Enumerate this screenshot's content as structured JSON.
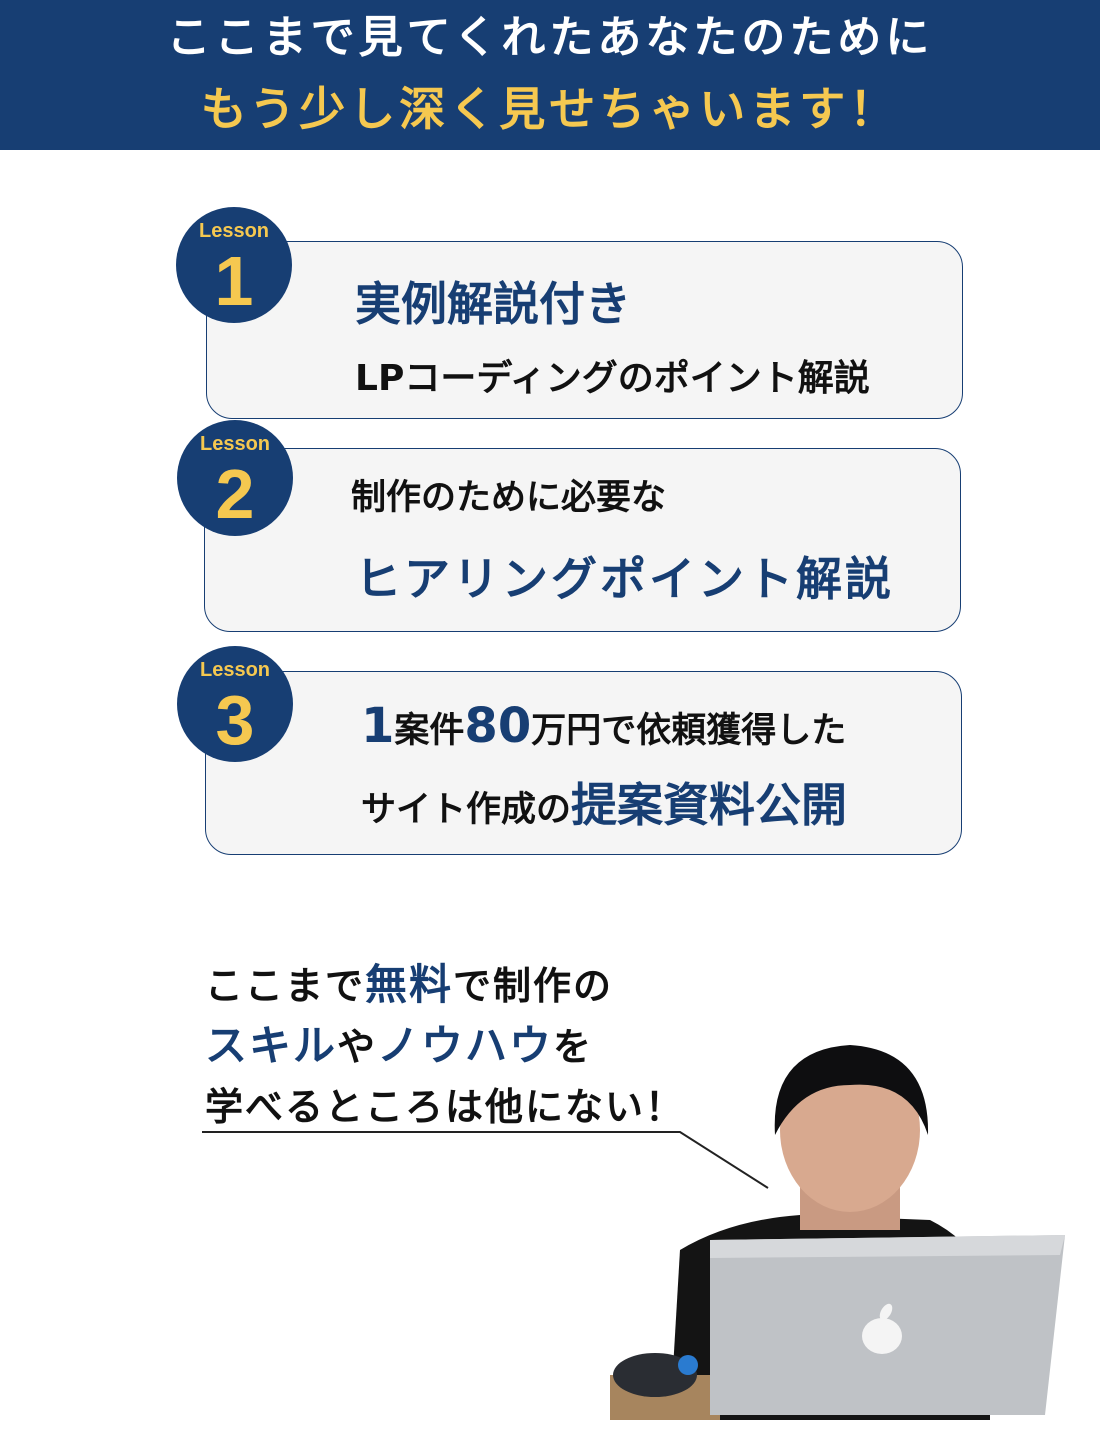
{
  "header": {
    "line1": "ここまで見てくれたあなたのために",
    "line2": "もう少し深く見せちゃいます！"
  },
  "lessons": [
    {
      "badge_word": "Lesson",
      "number": "1",
      "title": "実例解説付き",
      "subtitle": "LPコーディングのポイント解説"
    },
    {
      "badge_word": "Lesson",
      "number": "2",
      "lead": "制作のために必要な",
      "title": "ヒアリングポイント解説"
    },
    {
      "badge_word": "Lesson",
      "number": "3",
      "line1_a": "1",
      "line1_b": "案件",
      "line1_c": "80",
      "line1_d": "万円で依頼獲得した",
      "line2_a": "サイト作成の",
      "line2_b": "提案資料公開"
    }
  ],
  "speech": {
    "l1a": "ここまで",
    "l1b": "無料",
    "l1c": "で制作の",
    "l2a": "スキル",
    "l2b": "や",
    "l2c": "ノウハウ",
    "l2d": "を",
    "l3": "学べるところは他にない！"
  },
  "colors": {
    "navy": "#173e73",
    "yellow": "#f5c850"
  }
}
